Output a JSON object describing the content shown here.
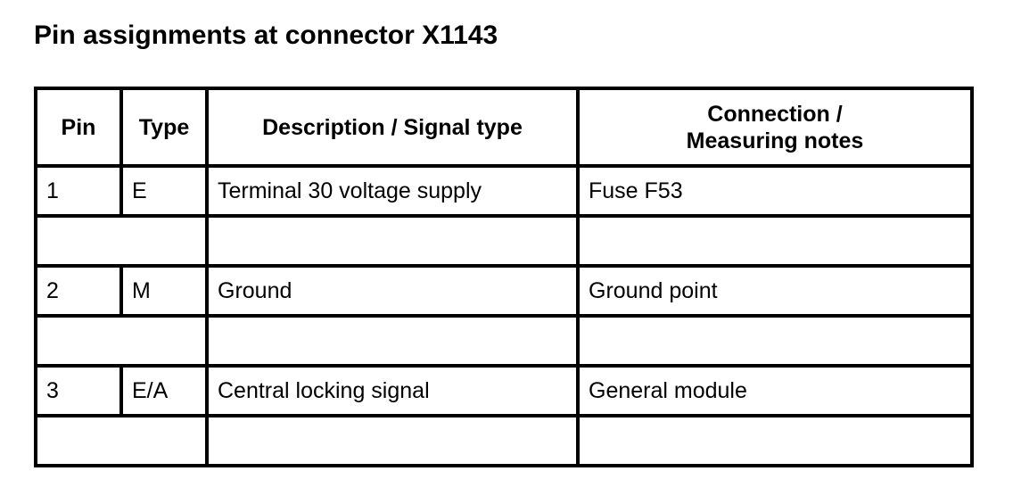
{
  "title": "Pin assignments at connector X1143",
  "columns": {
    "pin": "Pin",
    "type": "Type",
    "description": "Description / Signal type",
    "connection_line1": "Connection /",
    "connection_line2": "Measuring notes"
  },
  "rows": [
    {
      "pin": "1",
      "type": "E",
      "description": "Terminal 30 voltage supply",
      "connection": "Fuse F53"
    },
    {
      "pin": "2",
      "type": "M",
      "description": "Ground",
      "connection": "Ground point"
    },
    {
      "pin": "3",
      "type": "E/A",
      "description": "Central locking signal",
      "connection": "General module"
    }
  ]
}
